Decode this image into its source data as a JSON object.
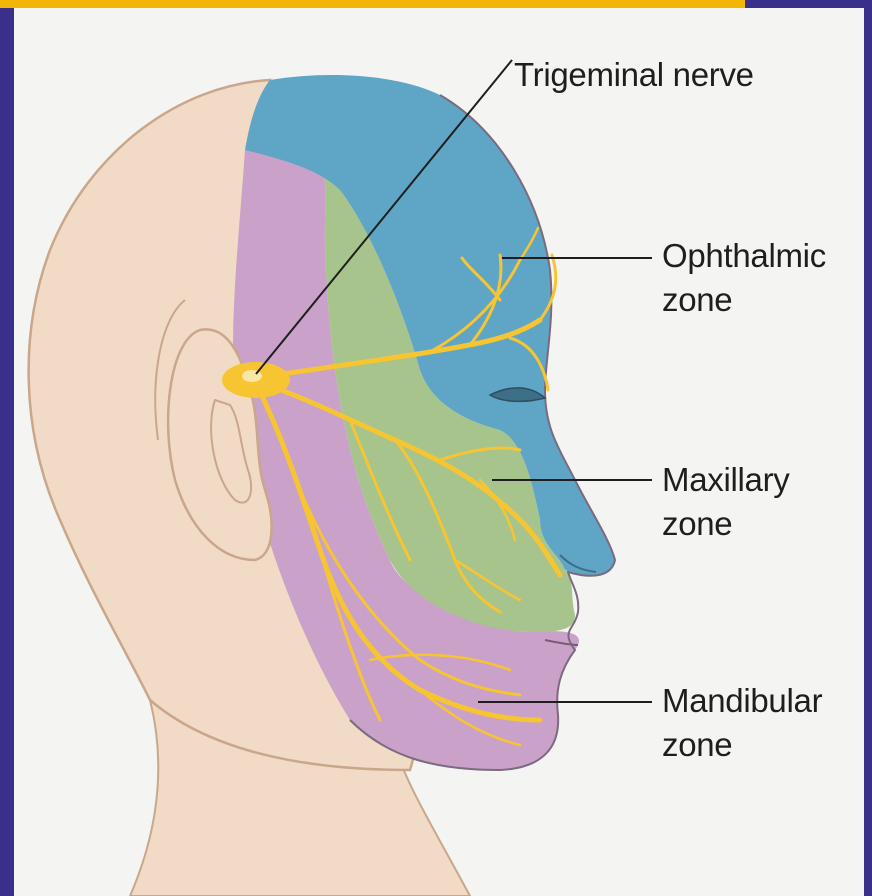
{
  "labels": {
    "trigeminal": "Trigeminal nerve",
    "ophthalmic": {
      "line1": "Ophthalmic",
      "line2": "zone"
    },
    "maxillary": {
      "line1": "Maxillary",
      "line2": "zone"
    },
    "mandibular": {
      "line1": "Mandibular",
      "line2": "zone"
    }
  },
  "colors": {
    "frame": "#3a2f8a",
    "top_bar": "#f2b705",
    "background": "#f4f4f3",
    "skin": "#f1dbc6",
    "ophthalmic_zone": "#5fa5c6",
    "maxillary_zone": "#a7c48c",
    "mandibular_zone": "#c9a1c9",
    "nerve": "#f7c532"
  }
}
